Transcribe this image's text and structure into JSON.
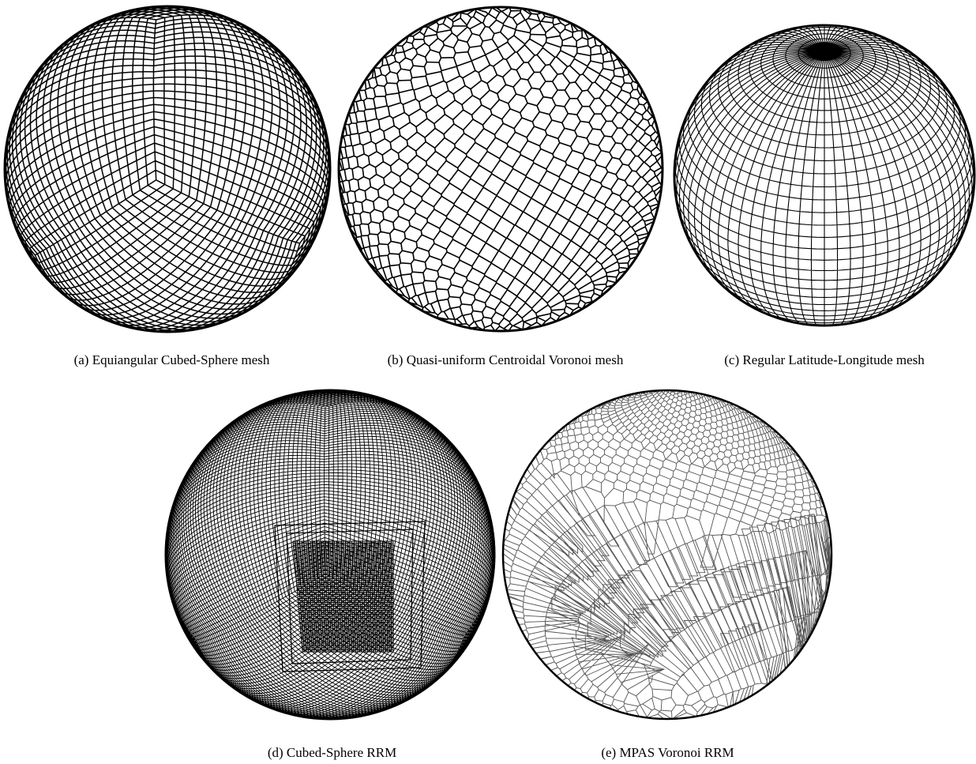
{
  "figure": {
    "panels": [
      {
        "id": "a",
        "caption": "(a) Equiangular Cubed-Sphere mesh",
        "mesh": "cubed-sphere"
      },
      {
        "id": "b",
        "caption": "(b) Quasi-uniform Centroidal Voronoi mesh",
        "mesh": "voronoi"
      },
      {
        "id": "c",
        "caption": "(c) Regular Latitude-Longitude mesh",
        "mesh": "lat-lon"
      },
      {
        "id": "d",
        "caption": "(d) Cubed-Sphere RRM",
        "mesh": "cubed-sphere-rrm"
      },
      {
        "id": "e",
        "caption": "(e) MPAS Voronoi RRM",
        "mesh": "voronoi-rrm"
      }
    ],
    "colors": {
      "line": "#000000",
      "line_light": "#555555",
      "background": "#ffffff"
    }
  }
}
